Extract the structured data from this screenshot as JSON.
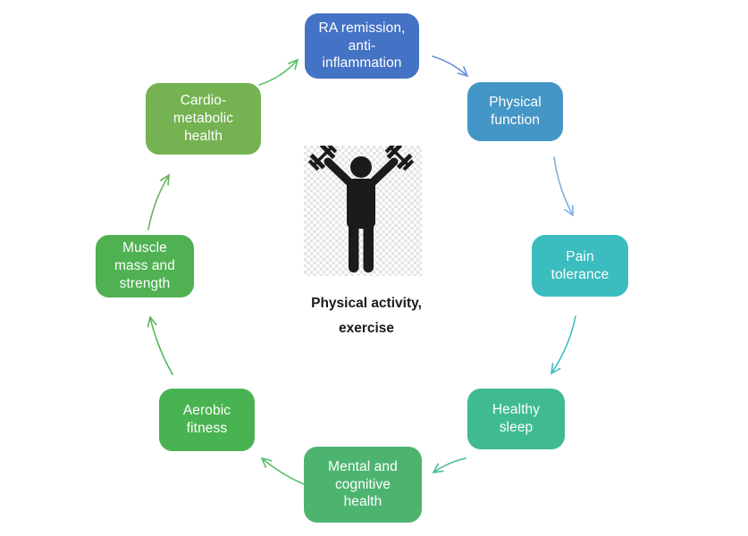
{
  "diagram": {
    "title_none": "",
    "center": {
      "label": "Physical activity,\nexercise",
      "image": "exercise-figure-with-dumbbells-icon",
      "figure_color": "#1b1b1b"
    },
    "text_color": "#ffffff",
    "nodes": [
      {
        "id": "ra-remission",
        "label": "RA remission,\nanti-\ninflammation",
        "color": "#4472c4"
      },
      {
        "id": "physical-function",
        "label": "Physical\nfunction",
        "color": "#4496c6"
      },
      {
        "id": "pain-tolerance",
        "label": "Pain\ntolerance",
        "color": "#3bbcbe"
      },
      {
        "id": "healthy-sleep",
        "label": "Healthy\nsleep",
        "color": "#3fbb8f"
      },
      {
        "id": "mental-cognitive-health",
        "label": "Mental and\ncognitive\nhealth",
        "color": "#4db470"
      },
      {
        "id": "aerobic-fitness",
        "label": "Aerobic\nfitness",
        "color": "#4ab351"
      },
      {
        "id": "muscle-mass-strength",
        "label": "Muscle\nmass and\nstrength",
        "color": "#4fb152"
      },
      {
        "id": "cardio-metabolic-health",
        "label": "Cardio-\nmetabolic\nhealth",
        "color": "#75b251"
      }
    ],
    "arrows": [
      {
        "from": "cardio-metabolic-health",
        "to": "ra-remission",
        "color": "#5bbe69"
      },
      {
        "from": "ra-remission",
        "to": "physical-function",
        "color": "#6a90da"
      },
      {
        "from": "physical-function",
        "to": "pain-tolerance",
        "color": "#7fafdf"
      },
      {
        "from": "pain-tolerance",
        "to": "healthy-sleep",
        "color": "#3fbfc1"
      },
      {
        "from": "healthy-sleep",
        "to": "mental-cognitive-health",
        "color": "#47bd95"
      },
      {
        "from": "mental-cognitive-health",
        "to": "aerobic-fitness",
        "color": "#5abe6d"
      },
      {
        "from": "aerobic-fitness",
        "to": "muscle-mass-strength",
        "color": "#52b854"
      },
      {
        "from": "muscle-mass-strength",
        "to": "cardio-metabolic-health",
        "color": "#65b457"
      }
    ]
  }
}
